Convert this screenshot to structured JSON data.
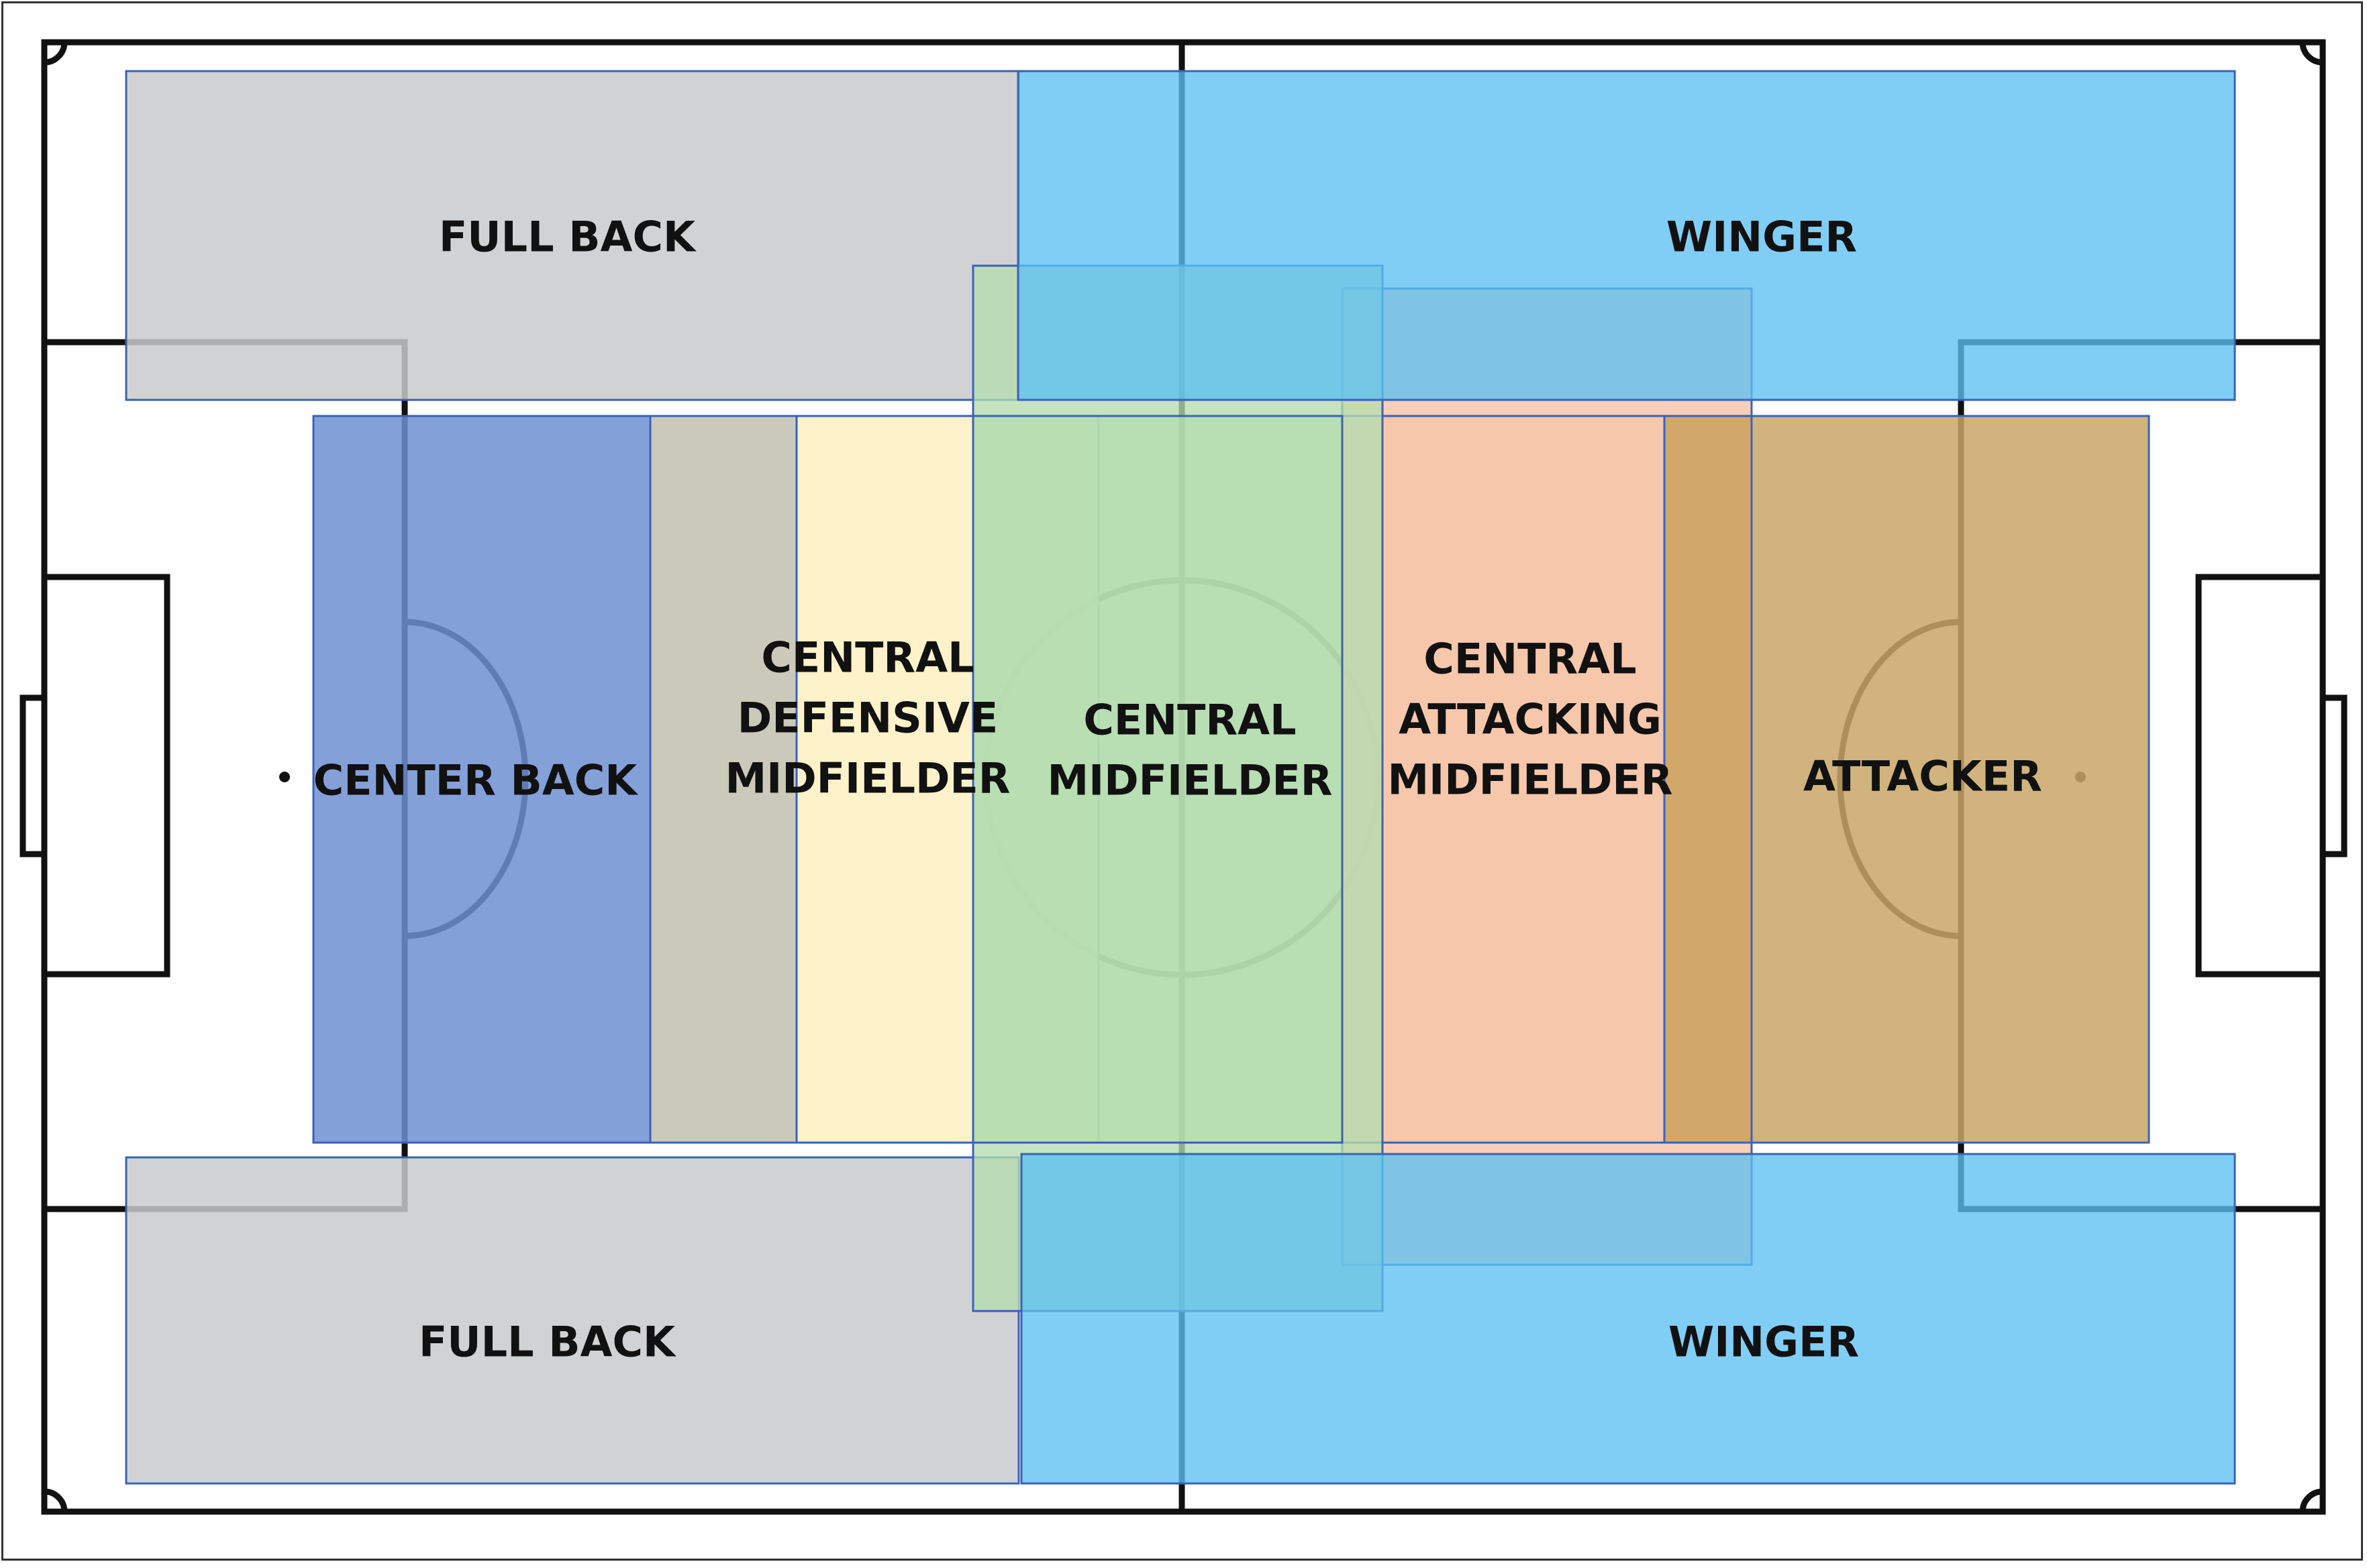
{
  "zones": [
    {
      "id": "full-back-top",
      "label_lines": [
        "FULL BACK"
      ],
      "color": "#c9cacd"
    },
    {
      "id": "full-back-bottom",
      "label_lines": [
        "FULL BACK"
      ],
      "color": "#c9cacd"
    },
    {
      "id": "winger-top",
      "label_lines": [
        "WINGER"
      ],
      "color": "#5cc0f2"
    },
    {
      "id": "winger-bottom",
      "label_lines": [
        "WINGER"
      ],
      "color": "#5cc0f2"
    },
    {
      "id": "center-back",
      "label_lines": [
        "CENTER BACK"
      ],
      "color": "#6f8fd2"
    },
    {
      "id": "central-defensive-midfielder",
      "label_lines": [
        "CENTRAL",
        "DEFENSIVE",
        "MIDFIELDER"
      ],
      "color": "#fdf0c0"
    },
    {
      "id": "central-midfielder",
      "label_lines": [
        "CENTRAL",
        "MIDFIELDER"
      ],
      "color": "#b5ddb0"
    },
    {
      "id": "central-attacking-midfielder",
      "label_lines": [
        "CENTRAL",
        "ATTACKING",
        "MIDFIELDER"
      ],
      "color": "#f7c4a8"
    },
    {
      "id": "attacker",
      "label_lines": [
        "ATTACKER"
      ],
      "color": "#c9a766"
    }
  ],
  "line_color": "#111111",
  "outline_color": "#3a62b8"
}
